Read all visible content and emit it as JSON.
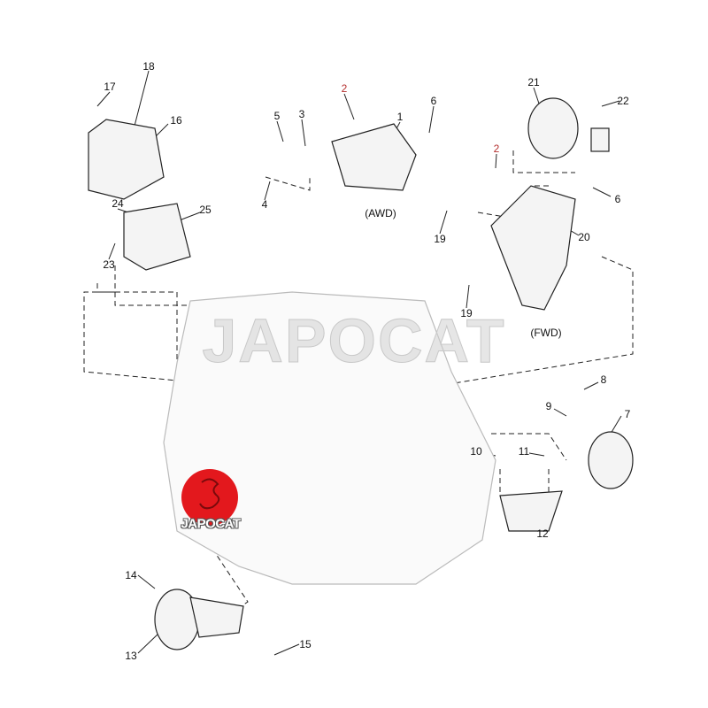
{
  "diagram": {
    "title_tags": {
      "awd": "(AWD)",
      "fwd": "(FWD)"
    },
    "callouts": {
      "c18": "18",
      "c17": "17",
      "c16": "16",
      "c2a": "2",
      "c5": "5",
      "c3": "3",
      "c1": "1",
      "c6a": "6",
      "c21": "21",
      "c22": "22",
      "c2b": "2",
      "c6b": "6",
      "c4": "4",
      "c24": "24",
      "c25": "25",
      "c23": "23",
      "c19a": "19",
      "c20": "20",
      "c19b": "19",
      "c8": "8",
      "c9": "9",
      "c7": "7",
      "c10": "10",
      "c11": "11",
      "c12": "12",
      "c14": "14",
      "c13": "13",
      "c15": "15"
    },
    "callout_accent_color": "#b5302f",
    "watermark": "JAPOCAT",
    "logo": {
      "text": "JAPOCAT",
      "color": "#e3181d"
    }
  }
}
